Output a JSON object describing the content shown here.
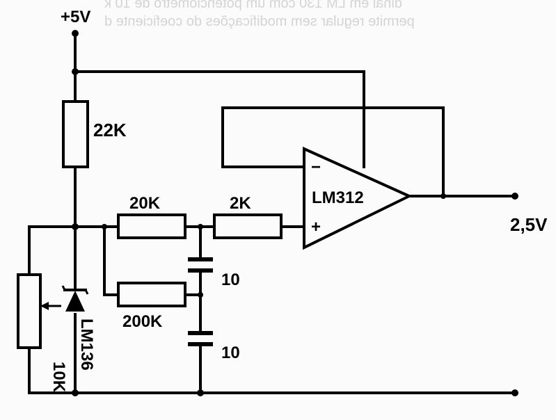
{
  "background_text": {
    "line1": "dinal em LM 130 com um potenciômetro de 10 k",
    "line2": "permite regular sem modificações do coeficiente d"
  },
  "supply": {
    "label": "+5V"
  },
  "output": {
    "label": "2,5V"
  },
  "components": {
    "r_top": "22K",
    "r_20k": "20K",
    "r_2k": "2K",
    "r_200k": "200K",
    "c_upper": "10",
    "c_lower": "10",
    "pot": "10K",
    "ref_diode": "LM136",
    "opamp": "LM312",
    "opamp_minus": "−",
    "opamp_plus": "+"
  },
  "colors": {
    "ink": "#000000",
    "paper": "#fbfbfb",
    "bleed": "#c8c8c8"
  }
}
